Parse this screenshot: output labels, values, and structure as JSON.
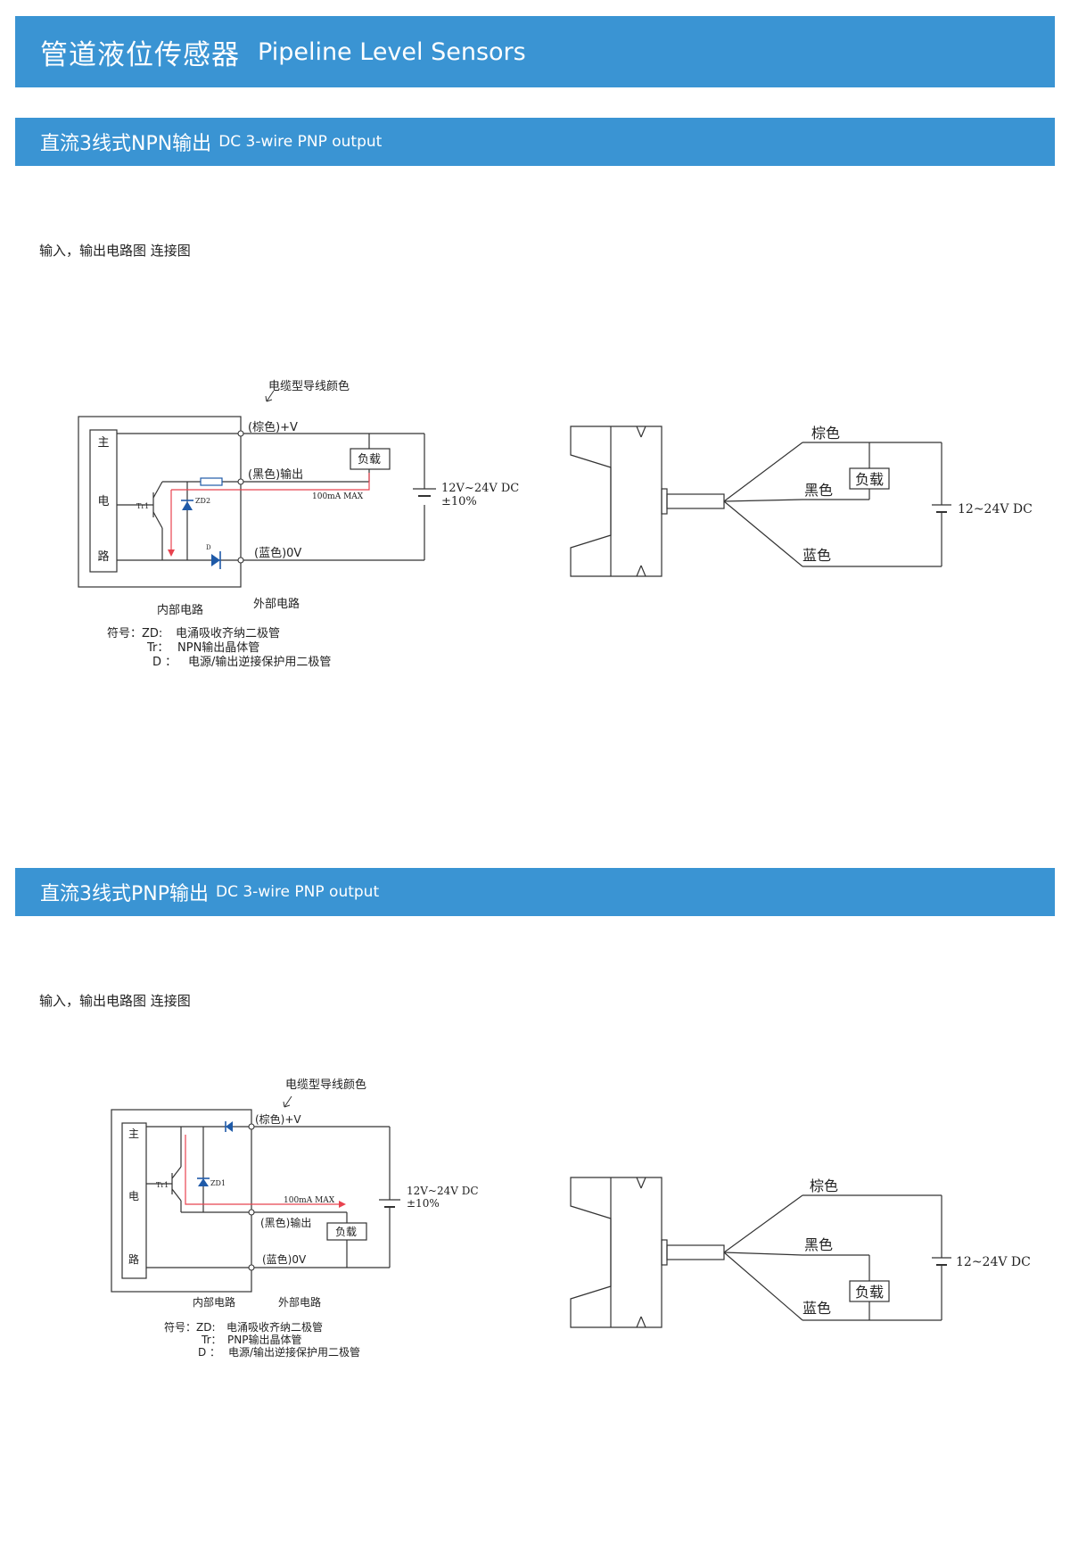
{
  "header": {
    "title_zh": "管道液位传感器",
    "title_en": "Pipeline Level Sensors"
  },
  "colors": {
    "banner": "#3a94d3",
    "signal": "#e8434f",
    "diode": "#1f5aa8",
    "line": "#333333"
  },
  "sections": [
    {
      "title_zh": "直流3线式NPN输出",
      "title_en": "DC 3-wire PNP output",
      "caption": "输入，输出电路图 连接图",
      "circuit": {
        "wire_color_label": "电缆型导线颜色",
        "main_chars": [
          "主",
          "电",
          "路"
        ],
        "brown_label": "(棕色)+V",
        "black_label": "(黑色)输出",
        "blue_label": "(蓝色)0V",
        "load": "负载",
        "current": "100mA MAX",
        "supply_1": "12V~24V DC",
        "supply_2": "±10%",
        "tr": "Tr1",
        "zd": "ZD2",
        "d": "D",
        "internal": "内部电路",
        "external": "外部电路",
        "legend": [
          {
            "key": "符号：ZD:",
            "text": "电涌吸收齐纳二极管"
          },
          {
            "key": "Tr：",
            "text": "NPN输出晶体管"
          },
          {
            "key": "D ：",
            "text": "电源/输出逆接保护用二极管"
          }
        ]
      },
      "connection": {
        "brown": "棕色",
        "black": "黑色",
        "blue": "蓝色",
        "load": "负载",
        "supply": "12~24V DC"
      }
    },
    {
      "title_zh": "直流3线式PNP输出",
      "title_en": "DC 3-wire PNP output",
      "caption": "输入，输出电路图 连接图",
      "circuit": {
        "wire_color_label": "电缆型导线颜色",
        "main_chars": [
          "主",
          "电",
          "路"
        ],
        "brown_label": "(棕色)+V",
        "black_label": "(黑色)输出",
        "blue_label": "(蓝色)0V",
        "load": "负载",
        "current": "100mA MAX",
        "supply_1": "12V~24V DC",
        "supply_2": "±10%",
        "tr": "Tr1",
        "zd": "ZD1",
        "internal": "内部电路",
        "external": "外部电路",
        "legend": [
          {
            "key": "符号：ZD:",
            "text": "电涌吸收齐纳二极管"
          },
          {
            "key": "Tr：",
            "text": "PNP输出晶体管"
          },
          {
            "key": "D ：",
            "text": "电源/输出逆接保护用二极管"
          }
        ]
      },
      "connection": {
        "brown": "棕色",
        "black": "黑色",
        "blue": "蓝色",
        "load": "负载",
        "supply": "12~24V DC"
      }
    }
  ]
}
